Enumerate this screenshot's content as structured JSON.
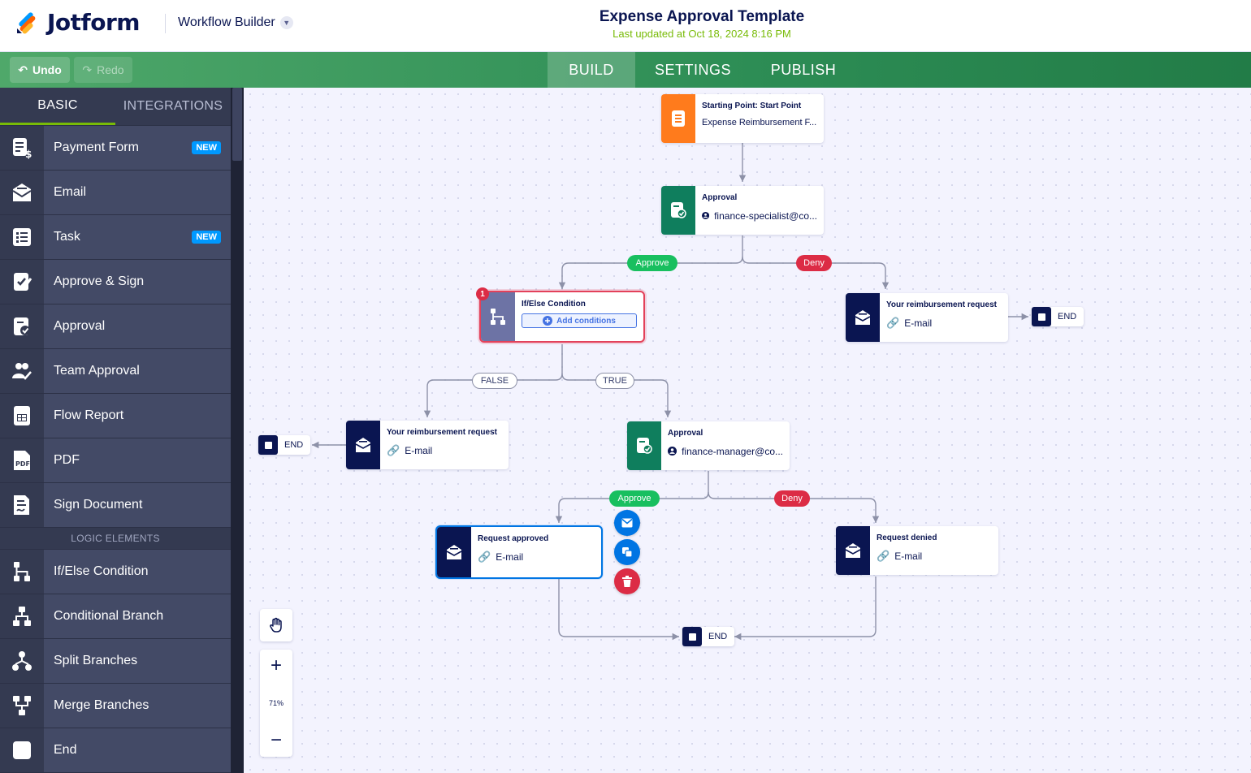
{
  "header": {
    "brand": "Jotform",
    "app_menu": "Workflow Builder",
    "title": "Expense Approval Template",
    "subtitle": "Last updated at Oct 18, 2024 8:16 PM",
    "undo": "Undo",
    "redo": "Redo",
    "tabs": [
      "BUILD",
      "SETTINGS",
      "PUBLISH"
    ],
    "active_tab": "BUILD"
  },
  "sidebar": {
    "tabs": [
      "BASIC",
      "INTEGRATIONS"
    ],
    "items": [
      {
        "label": "Payment Form",
        "badge": "NEW",
        "icon": "payment-form-icon"
      },
      {
        "label": "Email",
        "icon": "email-icon"
      },
      {
        "label": "Task",
        "badge": "NEW",
        "icon": "task-icon"
      },
      {
        "label": "Approve & Sign",
        "icon": "approve-sign-icon"
      },
      {
        "label": "Approval",
        "icon": "approval-icon"
      },
      {
        "label": "Team Approval",
        "icon": "team-approval-icon"
      },
      {
        "label": "Flow Report",
        "icon": "flow-report-icon"
      },
      {
        "label": "PDF",
        "icon": "pdf-icon"
      },
      {
        "label": "Sign Document",
        "icon": "sign-document-icon"
      }
    ],
    "logic_section": "LOGIC ELEMENTS",
    "logic_items": [
      {
        "label": "If/Else Condition",
        "icon": "if-else-icon"
      },
      {
        "label": "Conditional Branch",
        "icon": "conditional-branch-icon"
      },
      {
        "label": "Split Branches",
        "icon": "split-branches-icon"
      },
      {
        "label": "Merge Branches",
        "icon": "merge-branches-icon"
      },
      {
        "label": "End",
        "icon": "end-icon"
      }
    ]
  },
  "canvas": {
    "start": {
      "title": "Starting Point: Start Point",
      "sub": "Expense Reimbursement F..."
    },
    "approval1": {
      "title": "Approval",
      "sub": "finance-specialist@co..."
    },
    "ifelse": {
      "title": "If/Else Condition",
      "add": "Add conditions",
      "badge": "1"
    },
    "email_deny1": {
      "title": "Your reimbursement request",
      "sub": "E-mail"
    },
    "email_false": {
      "title": "Your reimbursement request",
      "sub": "E-mail"
    },
    "approval2": {
      "title": "Approval",
      "sub": "finance-manager@co..."
    },
    "approved": {
      "title": "Request approved",
      "sub": "E-mail"
    },
    "denied": {
      "title": "Request denied",
      "sub": "E-mail"
    },
    "labels": {
      "approve": "Approve",
      "deny": "Deny",
      "false": "FALSE",
      "true": "TRUE",
      "end": "END"
    },
    "zoom": "71%"
  },
  "colors": {
    "green_accent": "#78bb07",
    "deny_red": "#dc2c45",
    "approve_green": "#18bf5f",
    "navy": "#0a1551",
    "approval_green": "#0f7e5d",
    "orange": "#ff7b1c"
  }
}
